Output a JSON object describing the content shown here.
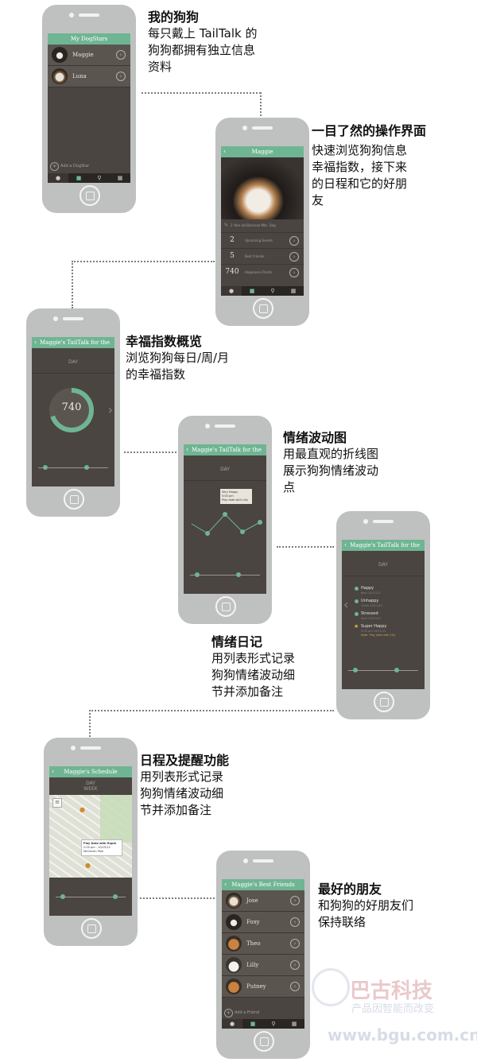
{
  "sections": {
    "my_dogs": {
      "title": "我的狗狗",
      "desc": [
        "每只戴上 TailTalk 的",
        "狗狗都拥有独立信息",
        "资料"
      ]
    },
    "interface": {
      "title": "一目了然的操作界面",
      "desc": [
        "快速浏览狗狗信息",
        "幸福指数，接下来",
        "的日程和它的好朋",
        "友"
      ]
    },
    "happiness": {
      "title": "幸福指数概览",
      "desc": [
        "浏览狗狗每日/周/月",
        "的幸福指数"
      ]
    },
    "mood_chart": {
      "title": "情绪波动图",
      "desc": [
        "用最直观的折线图",
        "展示狗狗情绪波动",
        "点"
      ]
    },
    "mood_diary": {
      "title": "情绪日记",
      "desc": [
        "用列表形式记录",
        "狗狗情绪波动细",
        "节并添加备注"
      ]
    },
    "schedule": {
      "title": "日程及提醒功能",
      "desc": [
        "用列表形式记录",
        "狗狗情绪波动细",
        "节并添加备注"
      ]
    },
    "friends": {
      "title": "最好的朋友",
      "desc": [
        "和狗狗的好朋友们",
        "保持联络"
      ]
    }
  },
  "phone1": {
    "header": "My DogStars",
    "dogs": [
      "Maggie",
      "Luna"
    ],
    "add_label": "Add a DogStar"
  },
  "phone2": {
    "header": "Maggie",
    "info": "2 Year old Bernese Mtn. Dog",
    "stats": [
      {
        "num": "2",
        "label": "Upcoming Events"
      },
      {
        "num": "5",
        "label": "Best Friends"
      },
      {
        "num": "740",
        "label": "Happiness Points"
      }
    ]
  },
  "phone3": {
    "header": "Maggie's TailTalk for the",
    "day": "DAY",
    "score": "740"
  },
  "phone4": {
    "header": "Maggie's TailTalk for the",
    "day": "DAY",
    "tip_title": "Very Happy",
    "tip_time": "5:00 pm",
    "tip_note": "Play date with Lilly"
  },
  "phone5": {
    "header": "Maggie's TailTalk for the",
    "day": "DAY",
    "moods": [
      {
        "label": "Happy",
        "time": "8am  10/11/12"
      },
      {
        "label": "Unhappy",
        "time": "10am  10/11/12"
      },
      {
        "label": "Stressed",
        "time": "4pm  10/11/12"
      },
      {
        "label": "Super Happy",
        "time": "5:00 pm  10/11/12",
        "note": "Note: Play date with Lilly"
      }
    ]
  },
  "phone6": {
    "header": "Maggie's Schedule",
    "day": "DAY",
    "week": "WEEK",
    "callout_title": "Play Date with Rupie",
    "callout_time": "2:00 pm - 10/15/12",
    "callout_place": "McCarren Park"
  },
  "phone7": {
    "header": "Maggie's Best Friends",
    "friends": [
      "Jose",
      "Foxy",
      "Theo",
      "Lilly",
      "Putney"
    ],
    "add_label": "Add a Friend"
  },
  "watermark": {
    "brand": "巴古科技",
    "slogan": "产品因智能而改变",
    "url": "www.bgu.com.cn"
  },
  "colors": {
    "accent": "#6fb593",
    "screen_bg": "#4a4541",
    "phone_body": "#bfc1c0"
  }
}
